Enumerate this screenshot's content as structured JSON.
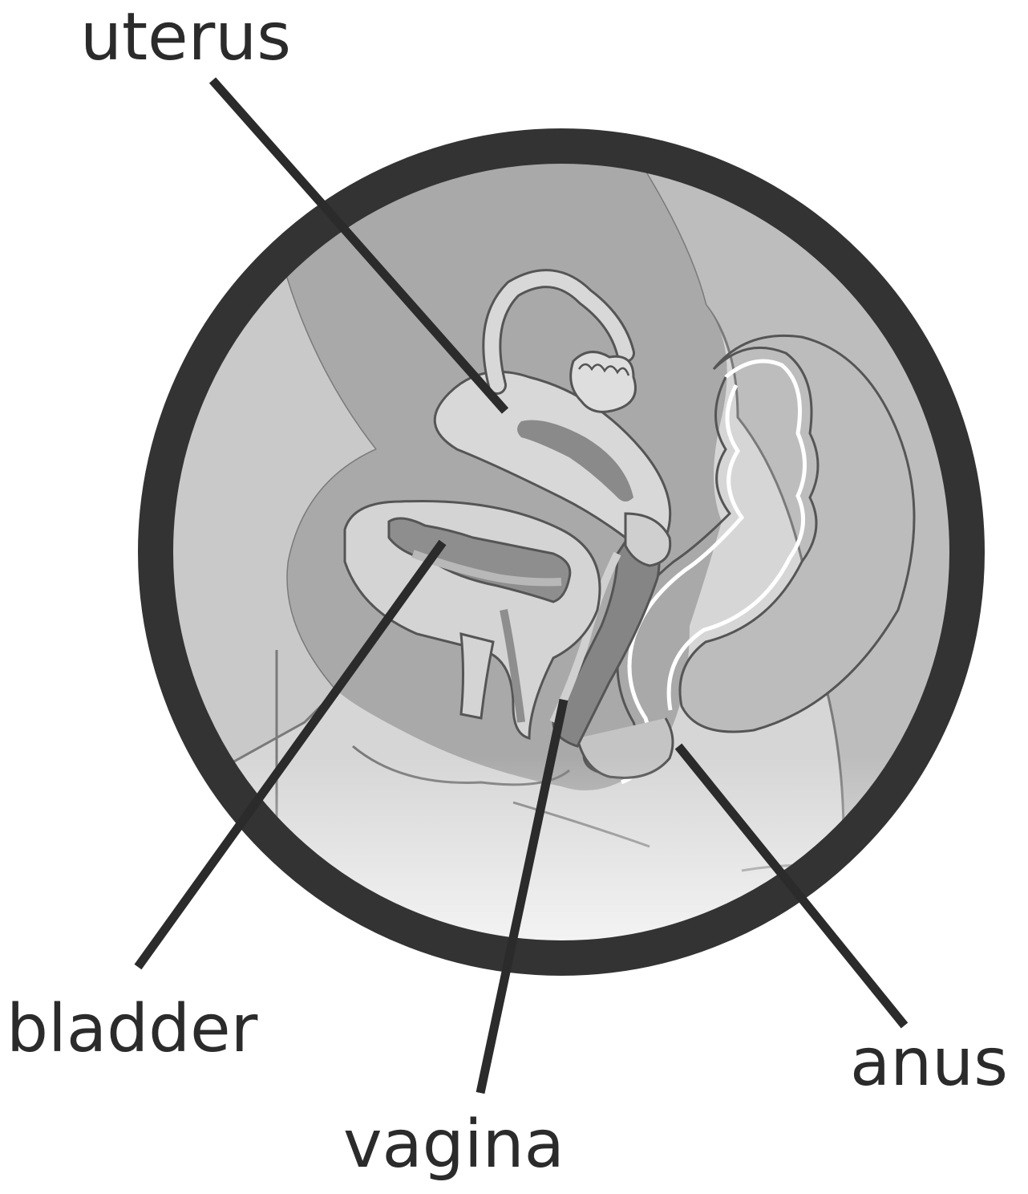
{
  "labels": {
    "uterus": "uterus",
    "bladder": "bladder",
    "vagina": "vagina",
    "anus": "anus"
  },
  "colors": {
    "ink": "#2b2b2b",
    "ring": "#333333",
    "tissue_light": "#d4d4d4",
    "tissue_mid": "#b9b9b9",
    "tissue_dark": "#8c8c8c",
    "background": "#ffffff"
  }
}
